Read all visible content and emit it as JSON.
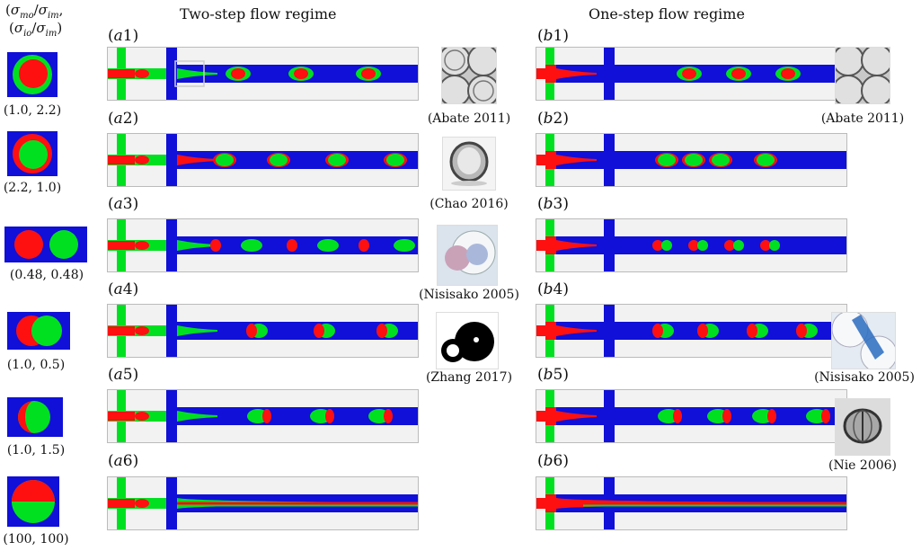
{
  "header": {
    "ratio_label_line1": "(σmo/σim,",
    "ratio_label_line2": "σio/σim)",
    "two_step_title": "Two-step flow regime",
    "one_step_title": "One-step flow regime"
  },
  "ratios": [
    "(1.0, 2.2)",
    "(2.2, 1.0)",
    "(0.48, 0.48)",
    "(1.0, 0.5)",
    "(1.0, 1.5)",
    "(100, 100)"
  ],
  "panels_a": [
    {
      "letter": "a",
      "num": "1"
    },
    {
      "letter": "a",
      "num": "2"
    },
    {
      "letter": "a",
      "num": "3"
    },
    {
      "letter": "a",
      "num": "4"
    },
    {
      "letter": "a",
      "num": "5"
    },
    {
      "letter": "a",
      "num": "6"
    }
  ],
  "panels_b": [
    {
      "letter": "b",
      "num": "1"
    },
    {
      "letter": "b",
      "num": "2"
    },
    {
      "letter": "b",
      "num": "3"
    },
    {
      "letter": "b",
      "num": "4"
    },
    {
      "letter": "b",
      "num": "5"
    },
    {
      "letter": "b",
      "num": "6"
    }
  ],
  "refs_a": [
    "(Abate 2011)",
    "(Chao 2016)",
    "(Nisisako 2005)",
    "(Zhang 2017)"
  ],
  "refs_b": [
    "(Abate 2011)",
    "(Nisisako 2005)",
    "(Nie 2006)"
  ],
  "colors": {
    "continuous_phase": "#1010d8",
    "middle_phase": "#00e020",
    "inner_phase": "#ff1010",
    "wall": "#f2f2f2"
  }
}
